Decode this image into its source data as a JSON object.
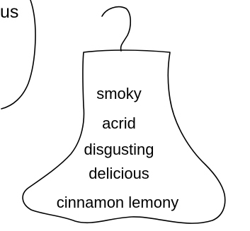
{
  "circle_fragment_text": "us",
  "sock_words": [
    "smoky",
    "acrid",
    "disgusting",
    "delicious",
    "cinnamon lemony"
  ],
  "stroke_color": "#000000",
  "background_color": "#ffffff"
}
